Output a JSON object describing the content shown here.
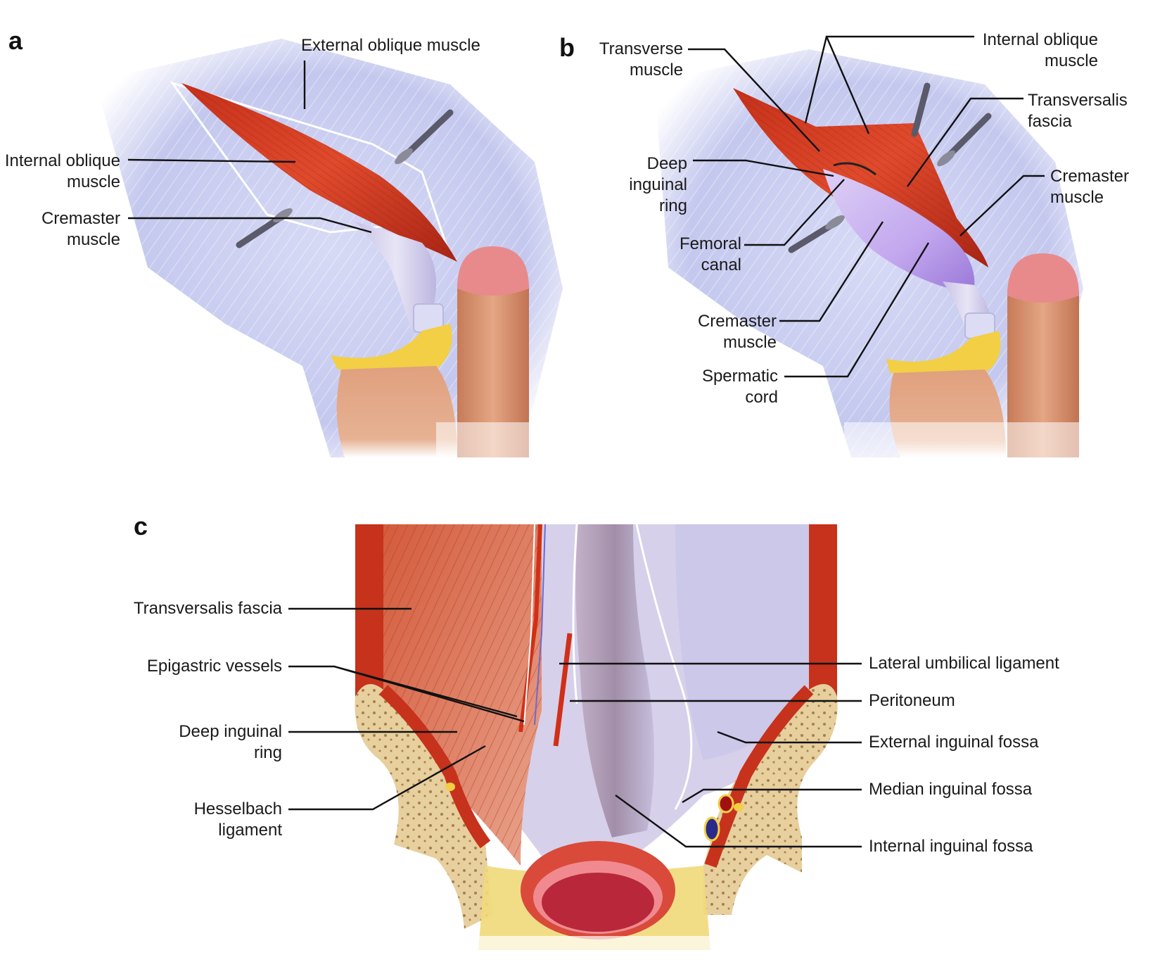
{
  "panels": {
    "a": {
      "letter": "a",
      "labels": {
        "external_oblique": "External oblique muscle",
        "internal_oblique": "Internal oblique\nmuscle",
        "cremaster": "Cremaster\nmuscle"
      }
    },
    "b": {
      "letter": "b",
      "labels": {
        "transverse": "Transverse\nmuscle",
        "internal_oblique": "Internal oblique\nmuscle",
        "transversalis_fascia": "Transversalis\nfascia",
        "deep_inguinal_ring": "Deep\ninguinal\nring",
        "cremaster_right": "Cremaster\nmuscle",
        "femoral_canal": "Femoral\ncanal",
        "cremaster_bottom": "Cremaster\nmuscle",
        "spermatic_cord": "Spermatic\ncord"
      }
    },
    "c": {
      "letter": "c",
      "labels": {
        "transversalis_fascia": "Transversalis fascia",
        "epigastric_vessels": "Epigastric vessels",
        "deep_inguinal_ring": "Deep inguinal\nring",
        "hesselbach": "Hesselbach\nligament",
        "lateral_umbilical": "Lateral umbilical ligament",
        "peritoneum": "Peritoneum",
        "external_fossa": "External inguinal fossa",
        "median_fossa": "Median inguinal fossa",
        "internal_fossa": "Internal inguinal fossa"
      }
    }
  },
  "colors": {
    "fascia": "#c9cdf0",
    "muscle": "#d23a22",
    "muscle_dark": "#a52412",
    "cord": "#d8d4ee",
    "skin": "#e0a17f",
    "skin_dark": "#c07856",
    "glans": "#e8868a",
    "fat": "#f3d24a",
    "bone": "#e9d2a6",
    "peritoneum": "#b9a9c8",
    "violet": "#b89be3"
  }
}
